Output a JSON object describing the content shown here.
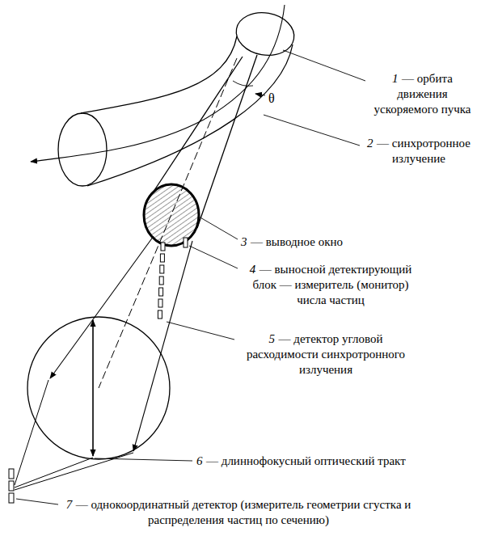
{
  "diagram": {
    "labels": [
      "θ",
      "1",
      "— орбита движения ускоряемого пучка",
      "2",
      "— синхротронное излучение",
      "3",
      "— выводное окно",
      "4",
      "— выносной детектирующий блок — измеритель (монитор) числа частиц",
      "5",
      "— детектор угловой расходимости синхротронного излучения",
      "6",
      "— длиннофокусный оптический тракт",
      "7",
      "— однокоординатный детектор (измеритель геометрии сгустка и распределения частиц по сечению)"
    ]
  }
}
